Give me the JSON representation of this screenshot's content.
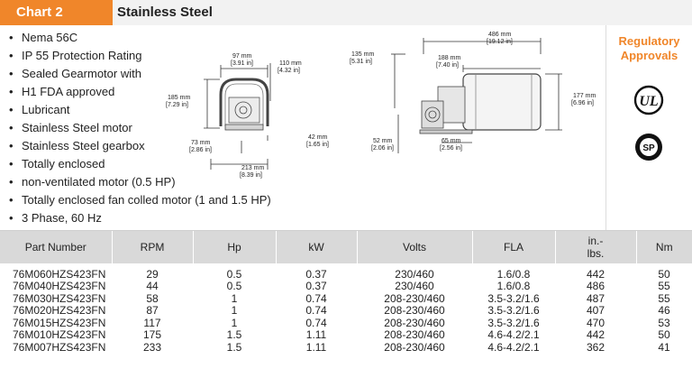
{
  "header": {
    "chart_label": "Chart 2",
    "title": "Stainless Steel"
  },
  "features": [
    "Nema 56C",
    "IP 55 Protection Rating",
    "Sealed Gearmotor with",
    "H1 FDA approved",
    "Lubricant",
    "Stainless Steel motor",
    "Stainless Steel gearbox",
    "Totally enclosed",
    "non-ventilated motor (0.5 HP)",
    "Totally enclosed fan colled motor (1 and 1.5 HP)",
    "3 Phase, 60 Hz"
  ],
  "dimensions": {
    "front_width_mm": "97 mm",
    "front_width_in": "[3.91 in]",
    "front_depth_mm": "110 mm",
    "front_depth_in": "[4.32 in]",
    "front_height_mm": "185 mm",
    "front_height_in": "[7.29 in]",
    "front_shaft_mm": "42 mm",
    "front_shaft_in": "[1.65 in]",
    "front_base_mm": "73 mm",
    "front_base_in": "[2.86 in]",
    "front_overall_mm": "213 mm",
    "front_overall_in": "[8.39 in]",
    "side_length_mm": "486 mm",
    "side_length_in": "[19.12 in]",
    "side_top_mm": "135 mm",
    "side_top_in": "[5.31 in]",
    "side_motor_mm": "188 mm",
    "side_motor_in": "[7.40 in]",
    "side_height_mm": "177 mm",
    "side_height_in": "[6.96 in]",
    "side_shaft_mm": "52 mm",
    "side_shaft_in": "[2.06 in]",
    "side_base_mm": "65 mm",
    "side_base_in": "[2.56 in]"
  },
  "regulatory": {
    "title_line1": "Regulatory",
    "title_line2": "Approvals",
    "ul_text": "UL",
    "csa_text": "SP"
  },
  "table": {
    "headers": [
      "Part Number",
      "RPM",
      "Hp",
      "kW",
      "Volts",
      "FLA",
      "in.-\nlbs.",
      "Nm"
    ],
    "header_lbs_line1": "in.-",
    "header_lbs_line2": "lbs.",
    "rows": [
      [
        "76M060HZS423FN",
        "29",
        "0.5",
        "0.37",
        "230/460",
        "1.6/0.8",
        "442",
        "50"
      ],
      [
        "76M040HZS423FN",
        "44",
        "0.5",
        "0.37",
        "230/460",
        "1.6/0.8",
        "486",
        "55"
      ],
      [
        "76M030HZS423FN",
        "58",
        "1",
        "0.74",
        "208-230/460",
        "3.5-3.2/1.6",
        "487",
        "55"
      ],
      [
        "76M020HZS423FN",
        "87",
        "1",
        "0.74",
        "208-230/460",
        "3.5-3.2/1.6",
        "407",
        "46"
      ],
      [
        "76M015HZS423FN",
        "117",
        "1",
        "0.74",
        "208-230/460",
        "3.5-3.2/1.6",
        "470",
        "53"
      ],
      [
        "76M010HZS423FN",
        "175",
        "1.5",
        "1.11",
        "208-230/460",
        "4.6-4.2/2.1",
        "442",
        "50"
      ],
      [
        "76M007HZS423FN",
        "233",
        "1.5",
        "1.11",
        "208-230/460",
        "4.6-4.2/2.1",
        "362",
        "41"
      ]
    ]
  },
  "colors": {
    "accent": "#f0862a",
    "header_bg": "#d9d9d9"
  }
}
